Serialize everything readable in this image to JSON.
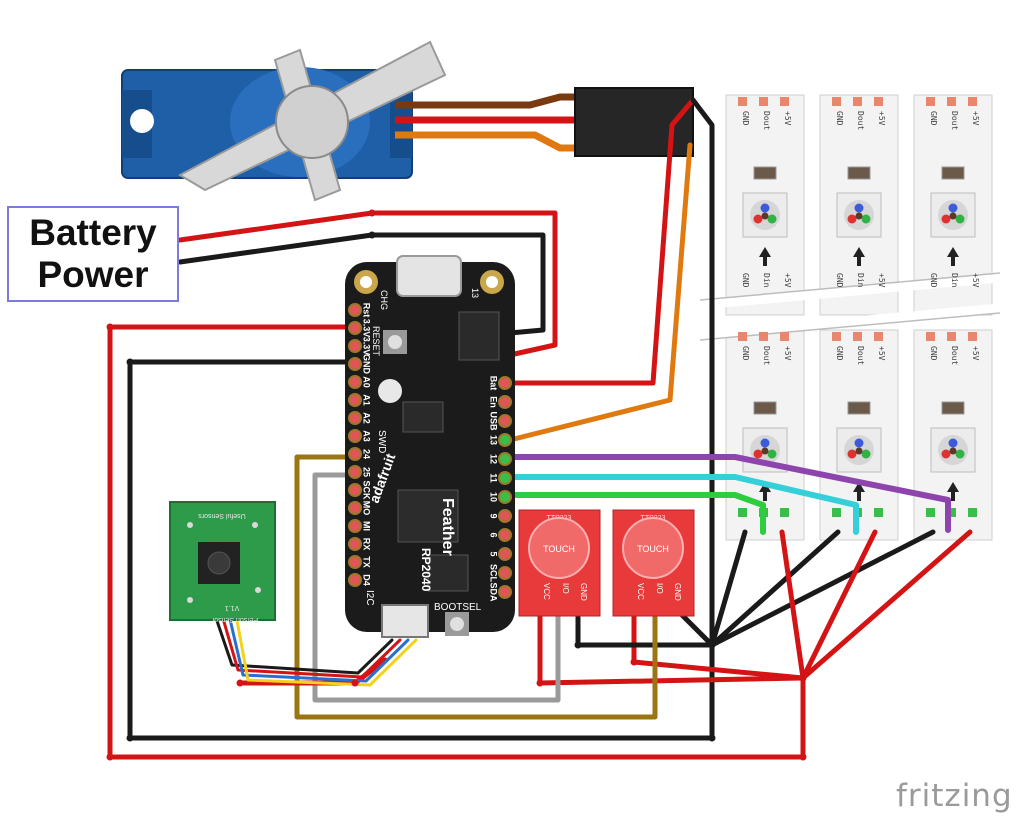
{
  "battery": {
    "line1": "Battery",
    "line2": "Power"
  },
  "watermark": "fritzing",
  "feather": {
    "brand": "adafruit",
    "name": "Feather",
    "chip": "RP2040",
    "top_labels": [
      "CHG",
      "13"
    ],
    "reset_label": "RESET",
    "bootsel_label": "BOOTSEL",
    "i2c_label": "I2C",
    "swd_label": "SWD",
    "left_pins": [
      "Rst",
      "3.3V",
      "3.3V",
      "GND",
      "A0",
      "A1",
      "A2",
      "A3",
      "24",
      "25",
      "SCK",
      "MO",
      "MI",
      "RX",
      "TX",
      "D4"
    ],
    "right_pins": [
      "Bat",
      "En",
      "USB",
      "13",
      "12",
      "11",
      "10",
      "9",
      "6",
      "5",
      "SCL",
      "SDA"
    ]
  },
  "touch": {
    "title": "TTP223",
    "button": "TOUCH",
    "pins": [
      "VCC",
      "I/O",
      "GND"
    ]
  },
  "sensor": {
    "top_text": "Useful Sensors",
    "bottom_text": "Person Sensor",
    "version": "V1.1"
  },
  "led_strip": {
    "top_pins": [
      "GND",
      "Dout",
      "+5V"
    ],
    "bottom_pins": [
      "GND",
      "Din",
      "+5V"
    ]
  },
  "colors": {
    "red": "#d41414",
    "black": "#1a1a1a",
    "orange": "#e07a10",
    "purple": "#8e44ad",
    "cyan": "#34cfd8",
    "green": "#2ecc40",
    "brown": "#9a7512",
    "gray": "#9a9a9a",
    "servo": "#1f5fa8",
    "touch": "#e8393b",
    "board": "#1b1b1b",
    "sensor": "#2e9b4a"
  }
}
